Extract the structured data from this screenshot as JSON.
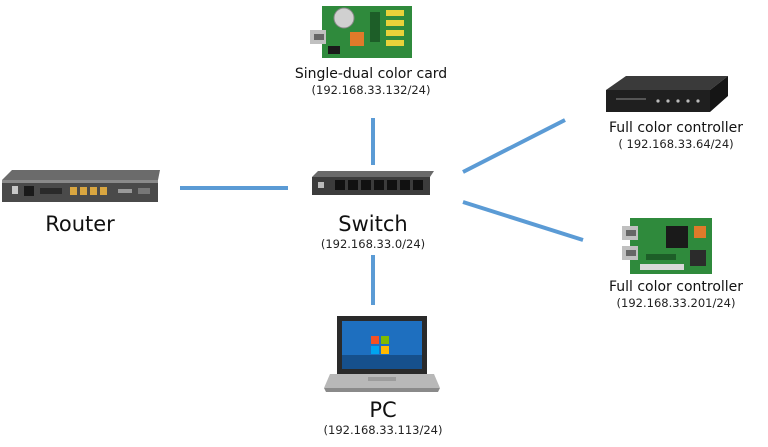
{
  "colors": {
    "link": "#5b9bd5",
    "pcb_green": "#2f8a3c",
    "device_dark": "#2a2a2a",
    "screen_blue": "#1e6fbf"
  },
  "nodes": {
    "router": {
      "name": "Router",
      "ip": "",
      "icon": "router-icon"
    },
    "switch": {
      "name": "Switch",
      "ip": "(192.168.33.0/24)",
      "icon": "switch-icon"
    },
    "single_dual_card": {
      "name": "Single-dual color card",
      "ip": "(192.168.33.132/24)",
      "icon": "controller-card-icon"
    },
    "full_color_controller_1": {
      "name": "Full color controller",
      "ip": "( 192.168.33.64/24)",
      "icon": "controller-box-icon"
    },
    "full_color_controller_2": {
      "name": "Full color controller",
      "ip": "(192.168.33.201/24)",
      "icon": "controller-board-icon"
    },
    "pc": {
      "name": "PC",
      "ip": "(192.168.33.113/24)",
      "icon": "laptop-icon"
    }
  },
  "links": [
    {
      "from": "switch",
      "to": "router"
    },
    {
      "from": "switch",
      "to": "single_dual_card"
    },
    {
      "from": "switch",
      "to": "full_color_controller_1"
    },
    {
      "from": "switch",
      "to": "full_color_controller_2"
    },
    {
      "from": "switch",
      "to": "pc"
    }
  ]
}
